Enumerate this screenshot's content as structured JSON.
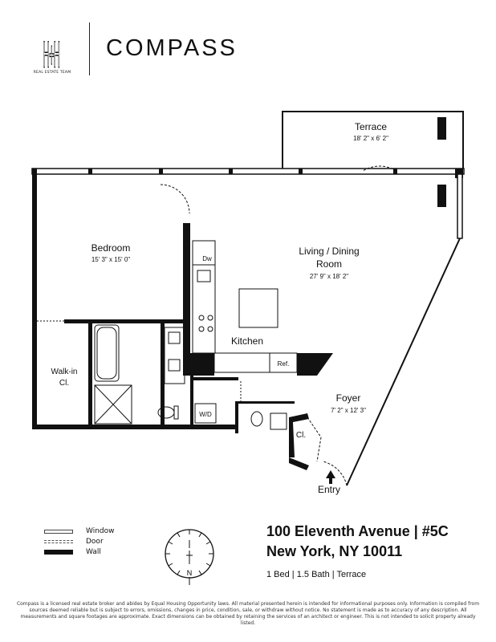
{
  "header": {
    "team_logo_text": "H+H",
    "team_subtitle": "REAL ESTATE TEAM",
    "brand": "COMPASS"
  },
  "plan": {
    "rooms": [
      {
        "name": "Terrace",
        "dims": "18' 2\" x 6' 2\""
      },
      {
        "name": "Bedroom",
        "dims": "15' 3\" x 15' 0\""
      },
      {
        "name": "Living / Dining",
        "name2": "Room",
        "dims": "27' 9\" x 18' 2\""
      },
      {
        "name": "Kitchen"
      },
      {
        "name": "Walk-in",
        "name2": "Cl."
      },
      {
        "name": "Foyer",
        "dims": "7' 2\" x 12' 3\""
      },
      {
        "name": "Cl."
      },
      {
        "name": "Entry"
      }
    ],
    "fixtures": {
      "dw": "Dw",
      "ref": "Ref.",
      "wd": "W/D"
    }
  },
  "legend": {
    "window": "Window",
    "door": "Door",
    "wall": "Wall"
  },
  "compass_rose": {
    "north_label": "N"
  },
  "listing": {
    "address_line1": "100 Eleventh Avenue | #5C",
    "address_line2": "New York, NY 10011",
    "summary": "1 Bed | 1.5 Bath | Terrace"
  },
  "disclaimer": "Compass is a licensed real estate broker and abides by Equal Housing Opportunity laws. All material presented herein is intended for informational purposes only. Information is compiled from sources deemed reliable but is subject to errors, omissions, changes in price, condition, sale, or withdraw without notice. No statement is made as to accuracy of any description. All measurements and square footages are approximate. Exact dimensions can be obtained by retaining the services of an architect or engineer. This is not intended to solicit property already listed."
}
